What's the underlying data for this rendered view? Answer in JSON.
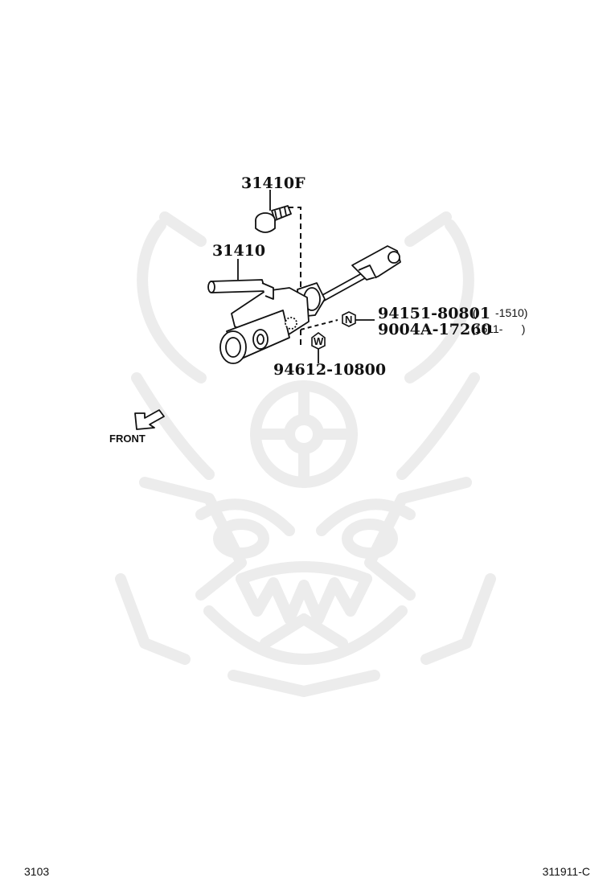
{
  "parts": {
    "p1": "31410F",
    "p2": "31410",
    "p3": "94151-80801",
    "p3_range": "(      -1510)",
    "p4": "9004A-17260",
    "p4_range": "(1511-      )",
    "p5": "94612-10800"
  },
  "markers": {
    "n": "N",
    "w": "W"
  },
  "front_label": "FRONT",
  "footer": {
    "left": "3103",
    "right": "311911-C"
  },
  "colors": {
    "line": "#111111",
    "watermark": "#ececec",
    "background": "#ffffff"
  },
  "icons": [
    "front-arrow-icon",
    "watermark-logo-icon"
  ]
}
